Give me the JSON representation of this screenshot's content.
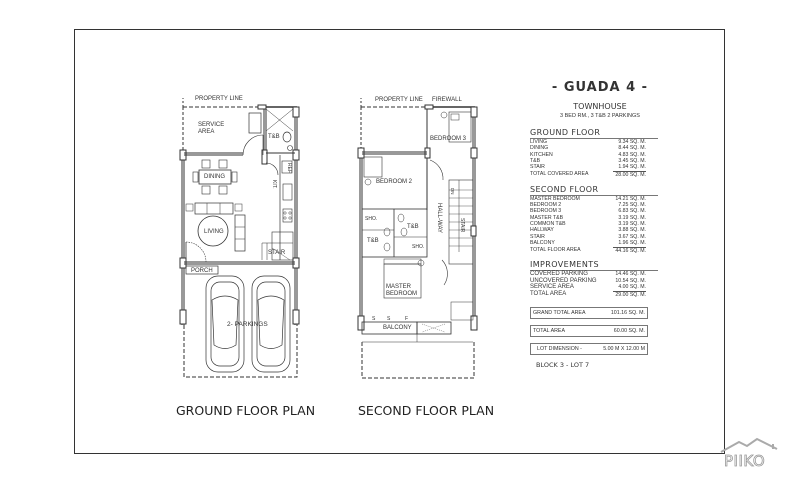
{
  "sheet": {
    "ground_floor": {
      "title": "GROUND FLOOR PLAN",
      "labels": {
        "property_line": "PROPERTY LINE",
        "service_area": "SERVICE AREA",
        "service_area_line1": "SERVICE",
        "service_area_line2": "AREA",
        "tb": "T&B",
        "ref": "REF",
        "kit": "KIT.",
        "dining": "DINING",
        "living": "LIVING",
        "stair": "STAIR",
        "porch": "PORCH",
        "parkings": "2- PARKINGS"
      }
    },
    "second_floor": {
      "title": "SECOND FLOOR PLAN",
      "labels": {
        "property_line": "PROPERTY LINE",
        "firewall": "FIREWALL",
        "bedroom3": "BEDROOM 3",
        "bedroom2": "BEDROOM 2",
        "sho1": "SHO.",
        "sho2": "SHO.",
        "tb1": "T&B",
        "tb2": "T&B",
        "hallway": "HALL-WAY",
        "stair": "STAIR",
        "dn": "DN",
        "master1": "MASTER",
        "master2": "BEDROOM",
        "balcony": "BALCONY",
        "s1": "S",
        "s2": "S",
        "f": "F"
      }
    }
  },
  "schedule": {
    "title": "- GUADA 4 -",
    "subtitle": "TOWNHOUSE",
    "description": "3 BED RM., 3 T&B  2 PARKINGS",
    "ground_floor": {
      "heading": "GROUND FLOOR",
      "rows": [
        {
          "name": "LIVING",
          "value": "9.34 SQ. M."
        },
        {
          "name": "DINING",
          "value": "8.44 SQ. M."
        },
        {
          "name": "KITCHEN",
          "value": "4.83 SQ. M."
        },
        {
          "name": "T&B",
          "value": "3.45 SQ. M."
        },
        {
          "name": "STAIR",
          "value": "1.94 SQ. M."
        }
      ],
      "total": {
        "name": "TOTAL COVERED AREA",
        "value": "28.00 SQ. M."
      }
    },
    "second_floor": {
      "heading": "SECOND FLOOR",
      "rows": [
        {
          "name": "MASTER BEDROOM",
          "value": "14.21 SQ. M."
        },
        {
          "name": "BEDROOM 2",
          "value": "7.25 SQ. M."
        },
        {
          "name": "BEDROOM 3",
          "value": "6.83 SQ. M."
        },
        {
          "name": "MASTER T&B",
          "value": "3.19 SQ. M."
        },
        {
          "name": "COMMON T&B",
          "value": "3.19 SQ. M."
        },
        {
          "name": "HALLWAY",
          "value": "3.88 SQ. M."
        },
        {
          "name": "STAIR",
          "value": "3.67 SQ. M."
        },
        {
          "name": "BALCONY",
          "value": "1.96 SQ. M."
        }
      ],
      "total": {
        "name": "TOTAL FLOOR AREA",
        "value": "44.16 SQ. M."
      }
    },
    "improvements": {
      "heading": "IMPROVEMENTS",
      "rows": [
        {
          "name": "COVERED PARKING",
          "value": "14.46 SQ. M."
        },
        {
          "name": "UNCOVERED PARKING",
          "value": "10.54 SQ. M."
        },
        {
          "name": "SERVICE AREA",
          "value": "4.00 SQ. M."
        }
      ],
      "total": {
        "name": "TOTAL  AREA",
        "value": "29.00 SQ. M."
      }
    },
    "grand_total": {
      "name": "GRAND TOTAL AREA",
      "value": "101.16 SQ. M."
    },
    "total_area": {
      "name": "TOTAL AREA",
      "value": "60.00 SQ. M."
    },
    "lot_dimension": {
      "name": "LOT DIMENSION  -",
      "value": "5.00 M X 12.00 M"
    },
    "block_lot": "BLOCK 3 - LOT 7"
  },
  "watermark": {
    "text": "PIIKO",
    "icon": "house-roof-icon"
  },
  "colors": {
    "line": "#333333",
    "light_line": "#888888",
    "watermark": "#9a9a9a"
  }
}
